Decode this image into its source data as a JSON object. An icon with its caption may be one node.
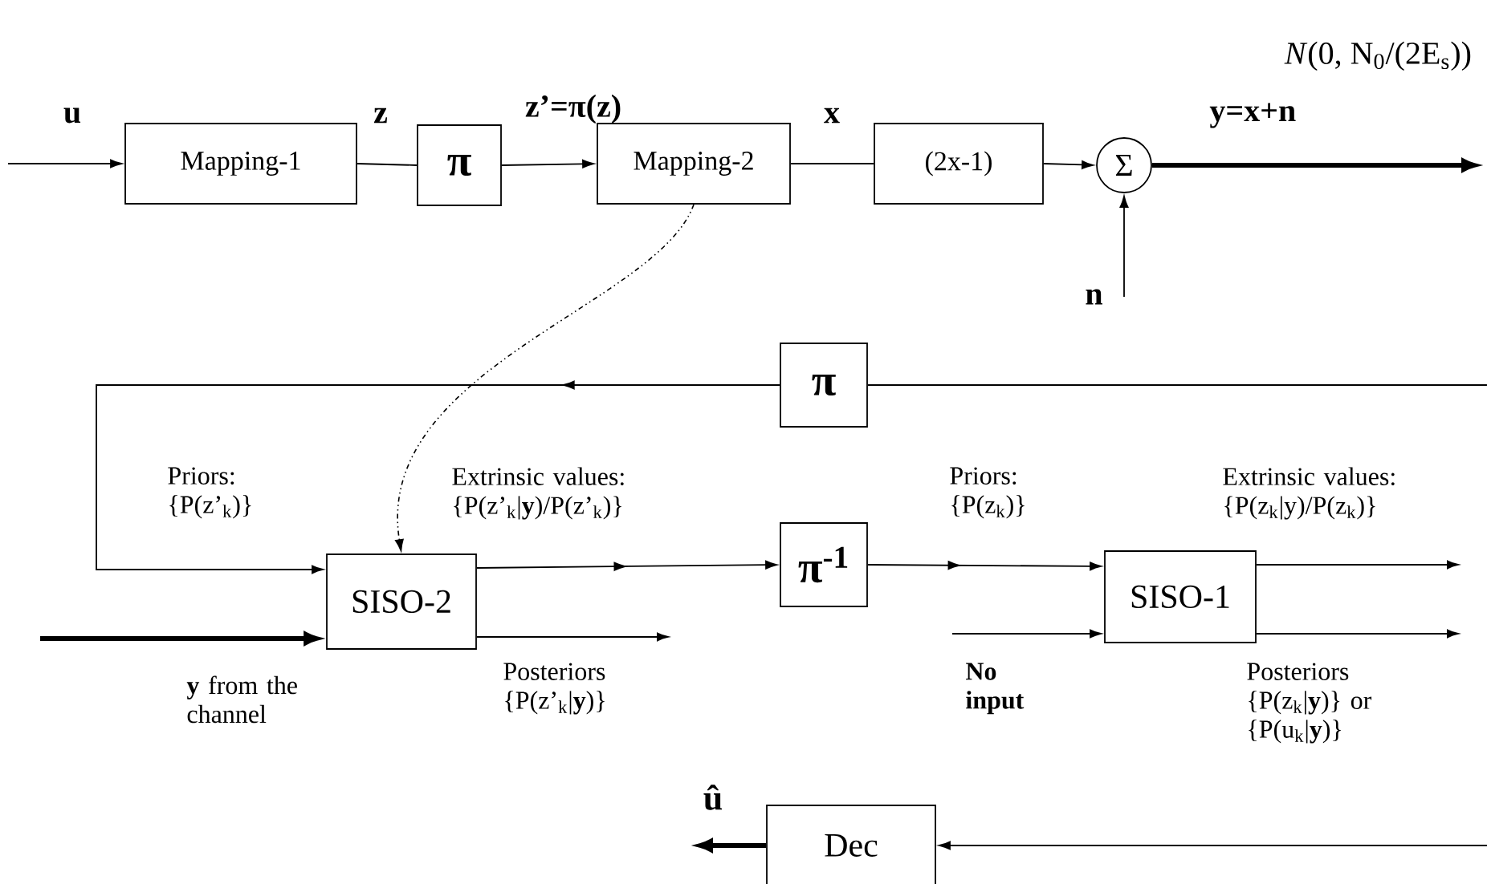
{
  "diagram": {
    "nodes": [
      {
        "text": [
          "Mapping-1"
        ]
      },
      {
        "text": [
          "π"
        ]
      },
      {
        "text": [
          "Mapping-2"
        ]
      },
      {
        "text": [
          "(2x-1)"
        ]
      },
      {
        "text": [
          "Σ"
        ]
      },
      {
        "text": [
          "π"
        ]
      },
      {
        "text": [
          "SISO-2"
        ]
      },
      {
        "text": [
          "π$^{-1}$"
        ]
      },
      {
        "text": [
          "SISO-1"
        ]
      },
      {
        "text": [
          "Dec"
        ]
      }
    ],
    "edges": [
      {
        "from": null,
        "to": 0,
        "arrow": "to",
        "label": "u"
      },
      {
        "from": 0,
        "to": 1,
        "arrow": "none",
        "label": "z"
      },
      {
        "from": 1,
        "to": 2,
        "arrow": "to",
        "label": "z’=π(z)"
      },
      {
        "from": 2,
        "to": 3,
        "arrow": "none",
        "label": "x"
      },
      {
        "from": 3,
        "to": 4,
        "arrow": "to"
      },
      {
        "from": 4,
        "to": null,
        "arrow": "to",
        "style": "thick",
        "label": "y=x+n"
      },
      {
        "from": null,
        "to": 4,
        "arrow": "to",
        "label": "n"
      },
      {
        "from": 2,
        "to": 6,
        "arrow": "to",
        "style": "dashed"
      },
      {
        "from": null,
        "to": 5,
        "arrow": "none"
      },
      {
        "from": 5,
        "to": 6,
        "arrow": "to",
        "label": "Priors: {P(z’$_{k}$)}"
      },
      {
        "from": null,
        "to": 6,
        "arrow": "to",
        "style": "thick",
        "label": "**y** from the channel"
      },
      {
        "from": 6,
        "to": 7,
        "arrow": "to",
        "label": "Extrinsic values: {P(z’$_{k}$|**y**)/P(z’$_{k}$)}"
      },
      {
        "from": 6,
        "to": null,
        "arrow": "to",
        "label": "Posteriors {P(z’$_{k}$|**y**)}"
      },
      {
        "from": 7,
        "to": 8,
        "arrow": "to",
        "label": "Priors: {P(z$_{k}$)}"
      },
      {
        "from": null,
        "to": 8,
        "arrow": "to",
        "label": "No input"
      },
      {
        "from": 8,
        "to": null,
        "arrow": "to",
        "label": "Extrinsic values: {P(z$_{k}$|y)/P(z$_{k}$)}"
      },
      {
        "from": 8,
        "to": null,
        "arrow": "to",
        "label": "Posteriors {P(z$_{k}$|**y**)} or {P(u$_{k}$|**y**)}"
      },
      {
        "from": null,
        "to": 9,
        "arrow": "to"
      },
      {
        "from": 9,
        "to": null,
        "arrow": "to",
        "style": "thick",
        "label": "û"
      }
    ],
    "labels": [
      "*N*(0, N$_{0}$/(2E$_{s}$))"
    ]
  }
}
